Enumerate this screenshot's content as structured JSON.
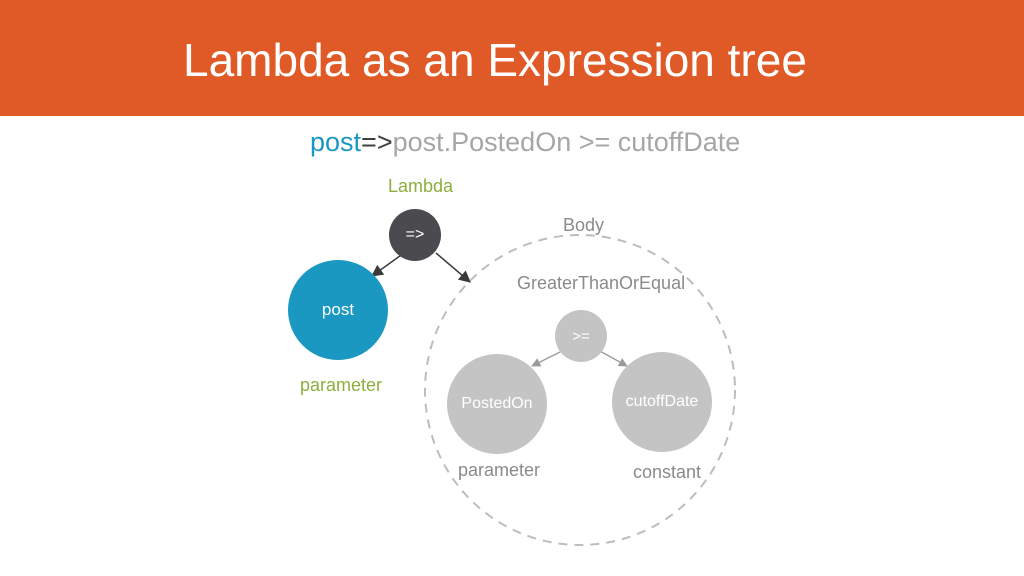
{
  "slide": {
    "title": "Lambda as an Expression tree",
    "expression": {
      "parameter": "post",
      "arrow": "=>",
      "body": "post.PostedOn >= cutoffDate"
    }
  },
  "diagram": {
    "lambda_label": "Lambda",
    "body_label": "Body",
    "body_node_label": "GreaterThanOrEqual",
    "nodes": {
      "lambda_node": "=>",
      "param_node": "post",
      "compare_node": ">=",
      "left_node": "PostedOn",
      "right_node": "cutoffDate"
    },
    "role_labels": {
      "param": "parameter",
      "left": "parameter",
      "right": "constant"
    }
  },
  "colors": {
    "header": "#E05A27",
    "parameter_blue": "#1A98C2",
    "lambda_dark": "#4A4A4F",
    "node_gray": "#C4C4C4",
    "label_green": "#8DAE3C",
    "label_gray": "#8a8a8a"
  }
}
